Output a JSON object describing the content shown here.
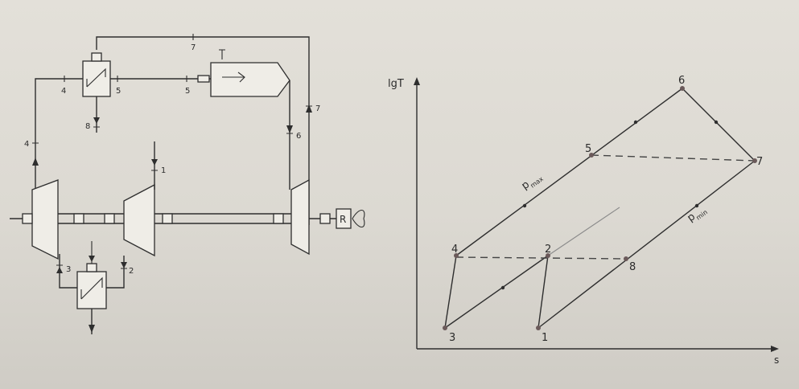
{
  "schematic": {
    "stream_labels": [
      "7",
      "4",
      "5",
      "5",
      "4",
      "6",
      "7",
      "8",
      "1",
      "3",
      "2"
    ],
    "load_label": "R"
  },
  "ts_diagram": {
    "y_axis_label": "lgT",
    "x_axis_label": "s",
    "pressure_labels": {
      "max_base": "p",
      "max_sub": "max",
      "min_base": "p",
      "min_sub": "min"
    },
    "state_points": [
      "1",
      "2",
      "3",
      "4",
      "5",
      "6",
      "7",
      "8"
    ]
  }
}
